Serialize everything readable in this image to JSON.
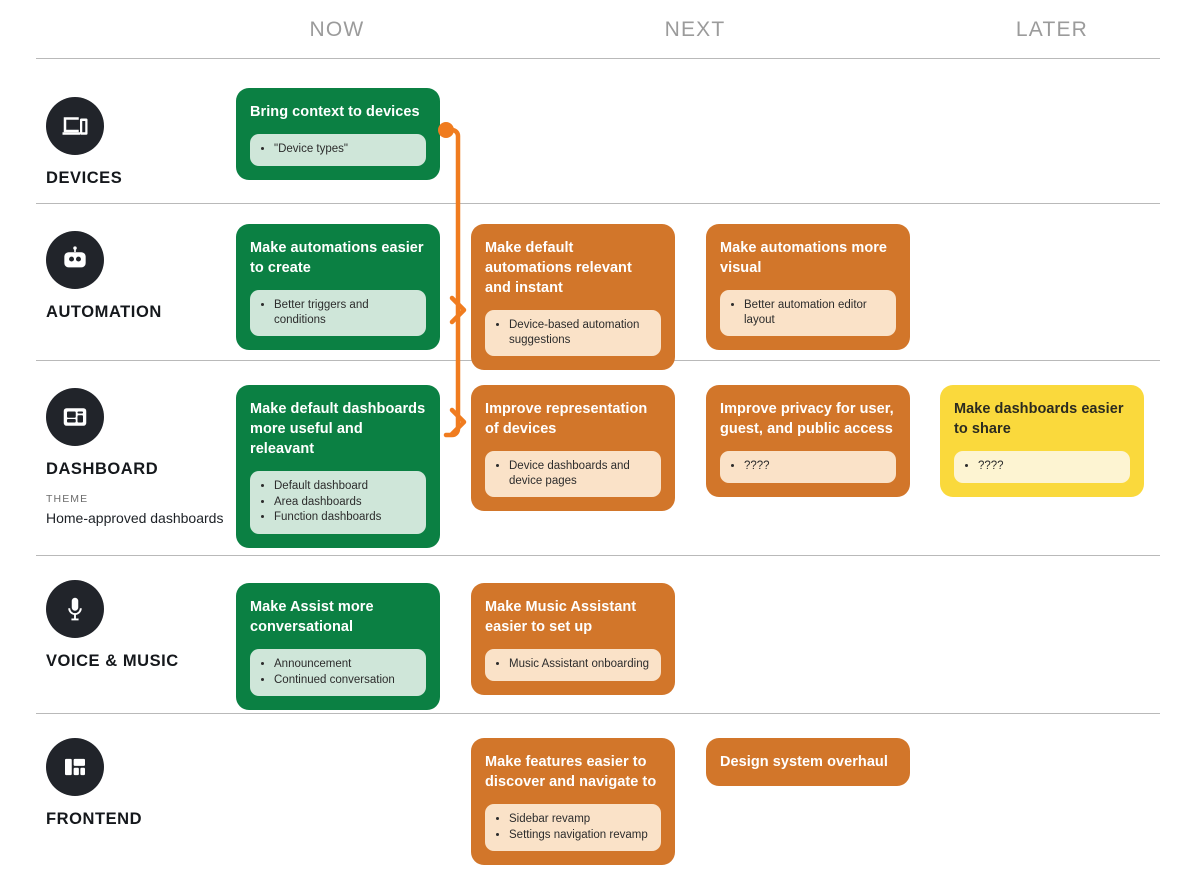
{
  "columns": [
    {
      "id": "now",
      "label": "NOW"
    },
    {
      "id": "next",
      "label": "NEXT"
    },
    {
      "id": "later",
      "label": "LATER"
    }
  ],
  "colors": {
    "now": "#0b8043",
    "next": "#d2762a",
    "later": "#fad93c",
    "now_chip": "#cfe6d9",
    "next_chip": "#fae2c8",
    "later_chip": "#fdf4d2",
    "icon_circle": "#21242a",
    "connector": "#f07c1f",
    "divider": "#b9b9b9",
    "header_text": "#9b9b9b"
  },
  "rows": [
    {
      "id": "devices",
      "name": "DEVICES",
      "icon": "devices-icon",
      "theme": null,
      "cards": [
        {
          "column": "now",
          "color": "green",
          "title": "Bring context to devices",
          "items": [
            "\"Device types\""
          ]
        }
      ]
    },
    {
      "id": "automation",
      "name": "AUTOMATION",
      "icon": "robot-icon",
      "theme": null,
      "cards": [
        {
          "column": "now",
          "color": "green",
          "title": "Make automations easier to create",
          "items": [
            "Better triggers and conditions"
          ]
        },
        {
          "column": "next",
          "color": "orange",
          "title": "Make default automations relevant and instant",
          "items": [
            "Device-based automation suggestions"
          ]
        },
        {
          "column": "next2",
          "color": "orange",
          "title": "Make automations more visual",
          "items": [
            "Better automation editor layout"
          ]
        }
      ]
    },
    {
      "id": "dashboard",
      "name": "DASHBOARD",
      "icon": "dashboard-icon",
      "theme": {
        "kicker": "THEME",
        "text": "Home-approved dashboards"
      },
      "cards": [
        {
          "column": "now",
          "color": "green",
          "title": "Make default dashboards more useful and releavant",
          "items": [
            "Default dashboard",
            "Area dashboards",
            "Function dashboards"
          ]
        },
        {
          "column": "next",
          "color": "orange",
          "title": "Improve representation of devices",
          "items": [
            "Device dashboards and device pages"
          ]
        },
        {
          "column": "next2",
          "color": "orange",
          "title": "Improve privacy for user, guest, and public access",
          "items": [
            "????"
          ]
        },
        {
          "column": "later",
          "color": "yellow",
          "title": "Make dashboards easier to share",
          "items": [
            "????"
          ]
        }
      ]
    },
    {
      "id": "voice-music",
      "name": "VOICE & MUSIC",
      "icon": "microphone-icon",
      "theme": null,
      "cards": [
        {
          "column": "now",
          "color": "green",
          "title": "Make Assist more conversational",
          "items": [
            "Announcement",
            "Continued conversation"
          ]
        },
        {
          "column": "next",
          "color": "orange",
          "title": "Make Music Assistant easier to set up",
          "items": [
            "Music Assistant onboarding"
          ]
        }
      ]
    },
    {
      "id": "frontend",
      "name": "FRONTEND",
      "icon": "layout-icon",
      "theme": null,
      "cards": [
        {
          "column": "next",
          "color": "orange",
          "title": "Make features easier to discover and navigate to",
          "items": [
            "Sidebar revamp",
            "Settings navigation revamp"
          ]
        },
        {
          "column": "next2",
          "color": "orange",
          "title": "Design system overhaul",
          "items": []
        }
      ]
    }
  ]
}
